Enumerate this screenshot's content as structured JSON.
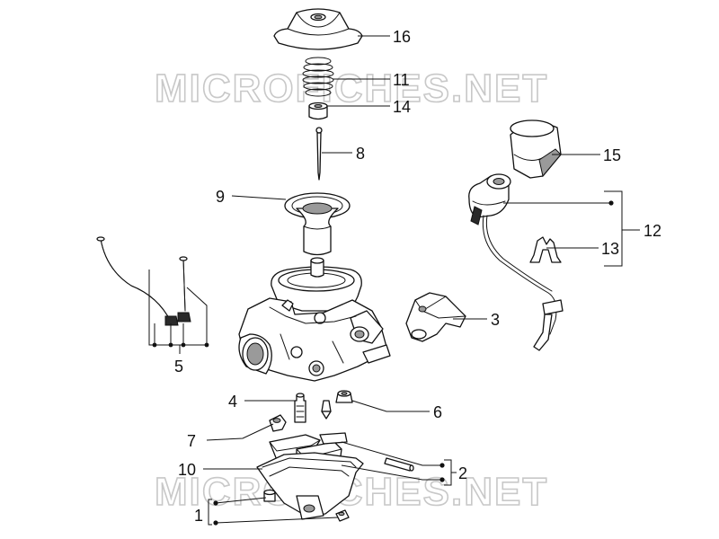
{
  "watermark": {
    "text": "MICROFICHES.NET"
  },
  "callouts": [
    {
      "id": "c16",
      "label": "16"
    },
    {
      "id": "c11",
      "label": "11"
    },
    {
      "id": "c14",
      "label": "14"
    },
    {
      "id": "c8",
      "label": "8"
    },
    {
      "id": "c15",
      "label": "15"
    },
    {
      "id": "c9",
      "label": "9"
    },
    {
      "id": "c12",
      "label": "12"
    },
    {
      "id": "c13",
      "label": "13"
    },
    {
      "id": "c3",
      "label": "3"
    },
    {
      "id": "c5",
      "label": "5"
    },
    {
      "id": "c4",
      "label": "4"
    },
    {
      "id": "c6",
      "label": "6"
    },
    {
      "id": "c7",
      "label": "7"
    },
    {
      "id": "c2",
      "label": "2"
    },
    {
      "id": "c10",
      "label": "10"
    },
    {
      "id": "c1",
      "label": "1"
    }
  ]
}
